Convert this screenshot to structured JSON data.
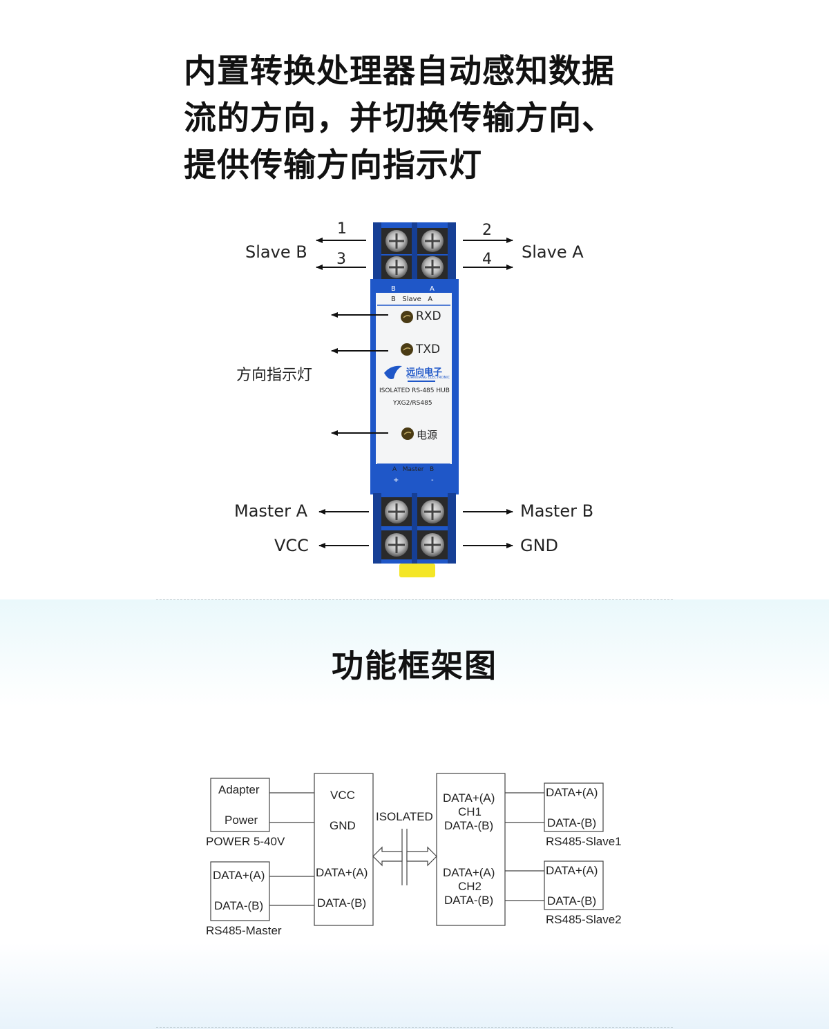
{
  "headline": {
    "line1": "内置转换处理器自动感知数据",
    "line2": "流的方向，并切换传输方向、",
    "line3": "提供传输方向指示灯"
  },
  "terminals": {
    "slave_b": "Slave B",
    "slave_a": "Slave A",
    "n1": "1",
    "n2": "2",
    "n3": "3",
    "n4": "4",
    "indicator": "方向指示灯",
    "master_a": "Master A",
    "master_b": "Master B",
    "vcc": "VCC",
    "gnd": "GND"
  },
  "device": {
    "top_b": "B",
    "top_a": "A",
    "slave_row": "B   Slave   A",
    "rxd": "RXD",
    "txd": "TXD",
    "brand": "远向电子",
    "brand_en": "YUANXIANG ELECTRONIC",
    "model": "ISOLATED RS-485 HUB",
    "model_code": "YXG2/RS485",
    "power_led": "电源",
    "master_row": "A   Master   B",
    "plus": "+",
    "minus": "-",
    "colors": {
      "body": "#1f57c8",
      "body_dark": "#163f95",
      "panel": "#f4f5f6",
      "led": "#4a3b14",
      "plug": "#f4e626"
    }
  },
  "section_title": "功能框架图",
  "block_diagram": {
    "adapter": "Adapter",
    "power": "Power",
    "power_range": "POWER 5-40V",
    "vcc": "VCC",
    "gnd": "GND",
    "isolated": "ISOLATED",
    "master_data_a": "DATA+(A)",
    "master_data_b": "DATA-(B)",
    "left_data_a": "DATA+(A)",
    "left_data_b": "DATA-(B)",
    "master_caption": "RS485-Master",
    "ch1_a": "DATA+(A)",
    "ch1": "CH1",
    "ch1_b": "DATA-(B)",
    "ch2_a": "DATA+(A)",
    "ch2": "CH2",
    "ch2_b": "DATA-(B)",
    "slave1_a": "DATA+(A)",
    "slave1_b": "DATA-(B)",
    "slave1_caption": "RS485-Slave1",
    "slave2_a": "DATA+(A)",
    "slave2_b": "DATA-(B)",
    "slave2_caption": "RS485-Slave2"
  }
}
